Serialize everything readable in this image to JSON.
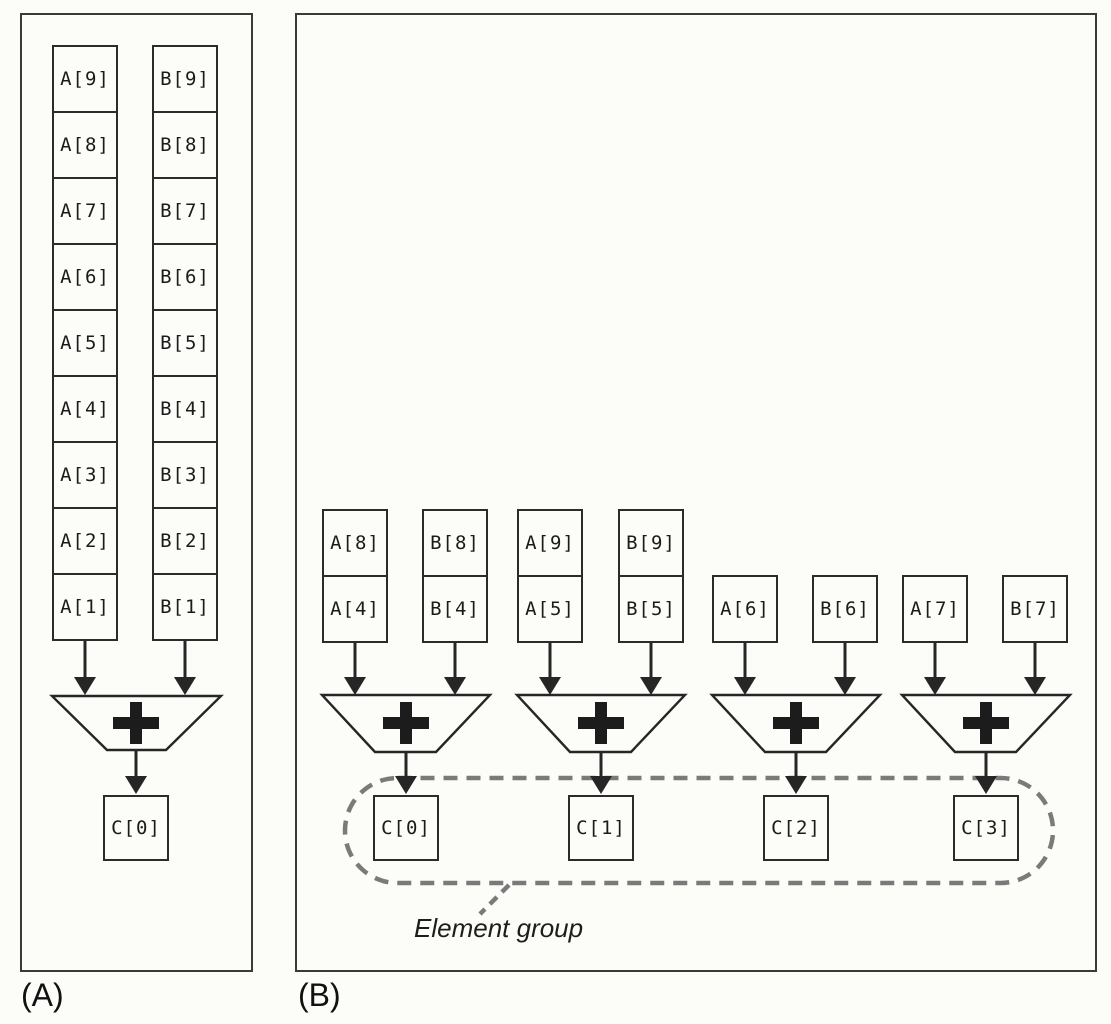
{
  "figure": {
    "panel_a": {
      "label": "(A)",
      "column_a_cells": [
        "A[9]",
        "A[8]",
        "A[7]",
        "A[6]",
        "A[5]",
        "A[4]",
        "A[3]",
        "A[2]",
        "A[1]"
      ],
      "column_b_cells": [
        "B[9]",
        "B[8]",
        "B[7]",
        "B[6]",
        "B[5]",
        "B[4]",
        "B[3]",
        "B[2]",
        "B[1]"
      ],
      "adder_icon": "plus",
      "output_cell": "C[0]"
    },
    "panel_b": {
      "label": "(B)",
      "groups": [
        {
          "top_cells": [
            "A[8]",
            "B[8]"
          ],
          "bottom_cells": [
            "A[4]",
            "B[4]"
          ],
          "output_cell": "C[0]"
        },
        {
          "top_cells": [
            "A[9]",
            "B[9]"
          ],
          "bottom_cells": [
            "A[5]",
            "B[5]"
          ],
          "output_cell": "C[1]"
        },
        {
          "top_cells": [],
          "bottom_cells": [
            "A[6]",
            "B[6]"
          ],
          "output_cell": "C[2]"
        },
        {
          "top_cells": [],
          "bottom_cells": [
            "A[7]",
            "B[7]"
          ],
          "output_cell": "C[3]"
        }
      ],
      "element_group_label": "Element group"
    },
    "colors": {
      "line": "#262626",
      "plus": "#1c1c1c",
      "dashed_group": "#7a7a7a",
      "background": "#fcfcf8"
    }
  }
}
